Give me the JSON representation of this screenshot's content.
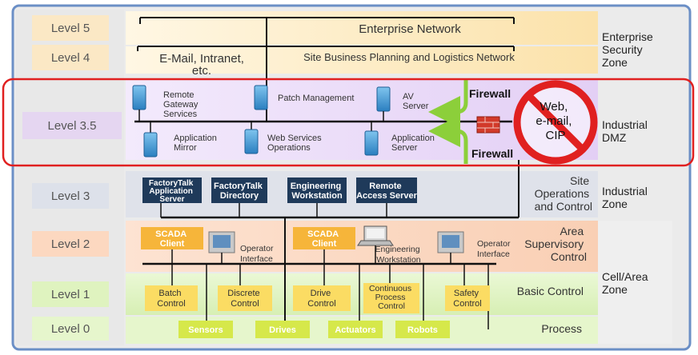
{
  "levels": [
    "Level 5",
    "Level 4",
    "Level 3.5",
    "Level 3",
    "Level 2",
    "Level 1",
    "Level 0"
  ],
  "bands": {
    "enterprise_network": "Enterprise Network",
    "email_line1": "E-Mail, Intranet,",
    "email_line2": "etc.",
    "site_business": "Site Business Planning and Logistics Network",
    "site_ops": [
      "Site",
      "Operations",
      "and Control"
    ],
    "area_sup": [
      "Area",
      "Supervisory",
      "Control"
    ],
    "basic_control": "Basic Control",
    "process": "Process"
  },
  "zones": {
    "enterprise": [
      "Enterprise",
      "Security",
      "Zone"
    ],
    "dmz": [
      "Industrial",
      "DMZ"
    ],
    "industrial": [
      "Industrial",
      "Zone"
    ],
    "cell": [
      "Cell/Area",
      "Zone"
    ]
  },
  "dmz_servers": {
    "remote_gateway": [
      "Remote",
      "Gateway",
      "Services"
    ],
    "patch": "Patch Management",
    "av": [
      "AV",
      "Server"
    ],
    "app_mirror": [
      "Application",
      "Mirror"
    ],
    "web_services": [
      "Web Services",
      "Operations"
    ],
    "app_server": [
      "Application",
      "Server"
    ]
  },
  "firewall_label": "Firewall",
  "no_web": [
    "Web,",
    "e-mail,",
    "CIP"
  ],
  "level3_boxes": [
    [
      "FactoryTalk",
      "Application",
      "Server"
    ],
    [
      "FactoryTalk",
      "Directory"
    ],
    [
      "Engineering",
      "Workstation"
    ],
    [
      "Remote",
      "Access Server"
    ]
  ],
  "level2": {
    "scada": [
      "SCADA",
      "Client"
    ],
    "operator": [
      "Operator",
      "Interface"
    ],
    "engineering": [
      "Engineering",
      "Workstation"
    ]
  },
  "level1_boxes": [
    [
      "Batch",
      "Control"
    ],
    [
      "Discrete",
      "Control"
    ],
    [
      "Drive",
      "Control"
    ],
    [
      "Continuous",
      "Process",
      "Control"
    ],
    [
      "Safety",
      "Control"
    ]
  ],
  "level0_boxes": [
    "Sensors",
    "Drives",
    "Actuators",
    "Robots"
  ],
  "colors": {
    "frame_border": "#6b8fc6",
    "band_yellow": "#fde7b5",
    "band_purple": "#e9d7f7",
    "band_level3": "#dde1ea",
    "band_orange": "#fcd8c0",
    "band_green1": "#d9f2b5",
    "band_green0": "#e6f6cc",
    "dmz_outline": "#e02020",
    "navy": "#1f3a5a",
    "scada": "#f6b53a",
    "basic": "#fbdc63",
    "process_box": "#d6e84a",
    "arrow": "#8ccf3a"
  }
}
